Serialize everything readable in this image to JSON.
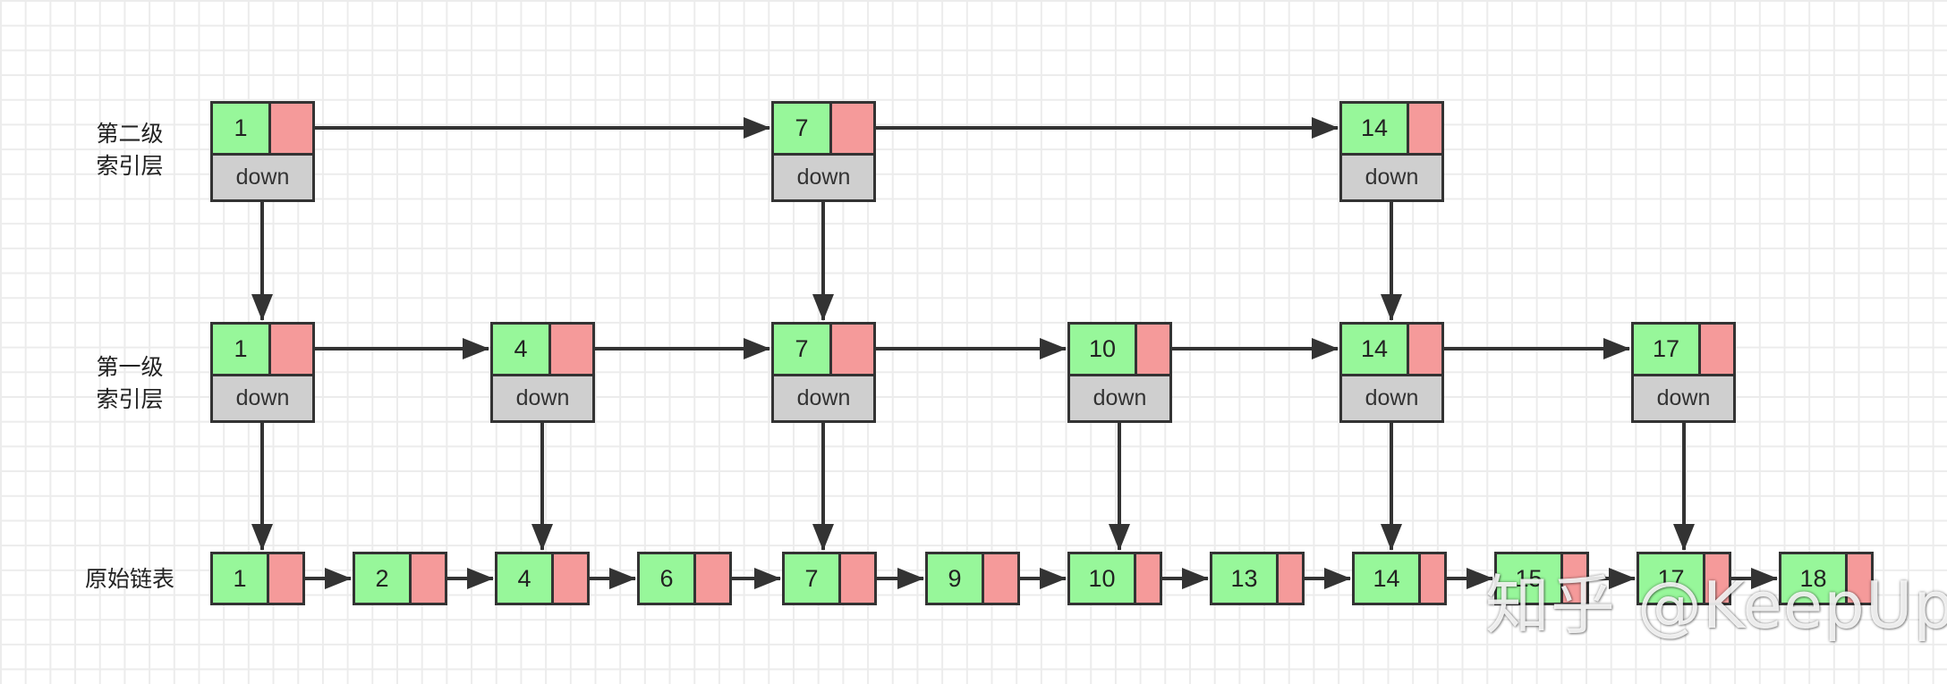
{
  "labels": {
    "level2": [
      "第二级",
      "索引层"
    ],
    "level1": [
      "第一级",
      "索引层"
    ],
    "level0": "原始链表"
  },
  "down_label": "down",
  "levels": {
    "level2": [
      "1",
      "7",
      "14"
    ],
    "level1": [
      "1",
      "4",
      "7",
      "10",
      "14",
      "17"
    ],
    "level0": [
      "1",
      "2",
      "4",
      "6",
      "7",
      "9",
      "10",
      "13",
      "14",
      "15",
      "17",
      "18"
    ]
  },
  "watermark": "知乎 @KeepUp",
  "colors": {
    "value_fill": "#97f79a",
    "pointer_fill": "#f59a9a",
    "down_fill": "#cfcfcf",
    "stroke": "#333333"
  }
}
